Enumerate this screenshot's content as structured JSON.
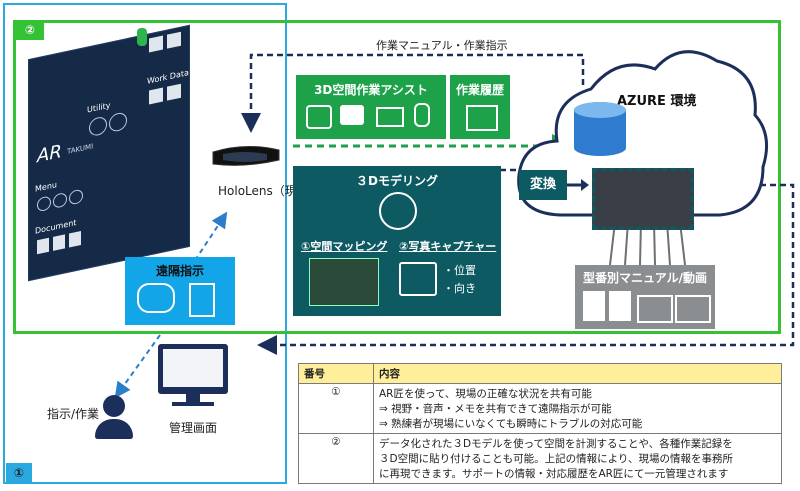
{
  "frames": {
    "green_badge": "②",
    "blue_badge": "①"
  },
  "device": {
    "brand": "AR",
    "brand_sub": "TAKUMI",
    "utility_label": "Utility",
    "work_data_label": "Work Data",
    "menu_label": "Menu",
    "document_label": "Document"
  },
  "hololens": {
    "label": "HoloLens（現場）"
  },
  "top_arrow_label": "作業マニュアル・作業指示",
  "assist": {
    "title": "3D空間作業アシスト",
    "history_title": "作業履歴"
  },
  "azure": {
    "label": "AZURE 環境"
  },
  "modeling": {
    "title": "３Dモデリング",
    "spatial_mapping": "①空間マッピング",
    "photo_capture": "②写真キャプチャー",
    "photo_points": [
      "・位置",
      "・向き"
    ]
  },
  "convert": {
    "label": "変換"
  },
  "manual": {
    "label": "型番別マニュアル/動画"
  },
  "remote": {
    "label": "遠隔指示"
  },
  "operator": {
    "label": "指示/作業"
  },
  "admin": {
    "label": "管理画面"
  },
  "table": {
    "headers": [
      "番号",
      "内容"
    ],
    "rows": [
      {
        "num": "①",
        "lines": [
          "AR匠を使って、現場の正確な状況を共有可能",
          "⇒ 視野・音声・メモを共有できて遠隔指示が可能",
          "⇒ 熟練者が現場にいなくても瞬時にトラブルの対応可能"
        ]
      },
      {
        "num": "②",
        "lines": [
          "データ化された３Dモデルを使って空間を計測することや、各種作業記録を",
          "３D空間に貼り付けることも可能。上記の情報により、現場の情報を事務所",
          "に再現できます。サポートの情報・対応履歴をAR匠にて一元管理されます"
        ]
      }
    ]
  },
  "colors": {
    "green": "#1da24a",
    "teal": "#0d5a63",
    "blue": "#12a5e8",
    "frame_green": "#34c234",
    "frame_blue": "#2aa8e0",
    "navy": "#1b2f5a"
  }
}
